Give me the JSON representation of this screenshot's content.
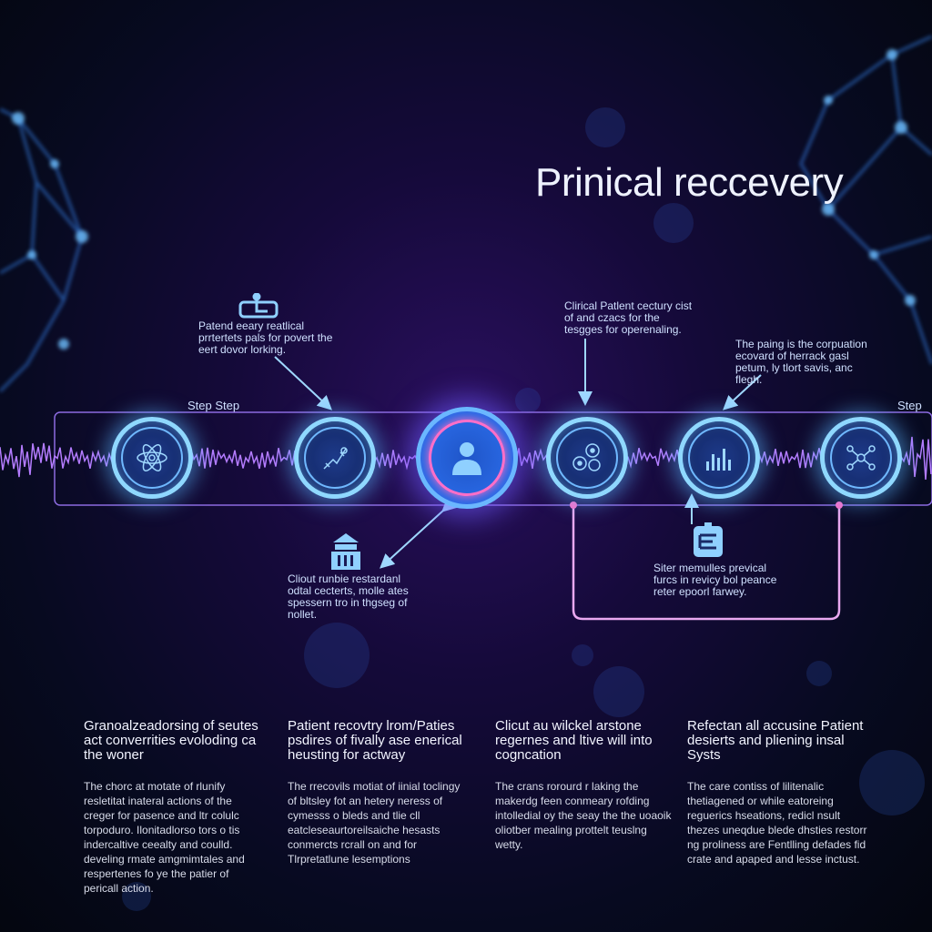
{
  "title": "Prinical reccevery",
  "step_labels": {
    "left": "Step Step",
    "right": "Step"
  },
  "annotations": {
    "top_left": "Patend eeary reatlical prrtertets pals for povert the eert dovor lorking.",
    "top_mid": "Clirical Patlent cectury cist of and czacs for the tesgges for operenaling.",
    "top_right": "The paing is the corpuation ecovard of herrack gasl petum, ly tlort savis, anc flegh.",
    "bottom_left": "Cliout runbie restardanl odtal cecterts, molle ates spessern tro in thgseg of nollet.",
    "bottom_right": "Siter memulles prevical furcs in revicy bol peance reter epoorl farwey."
  },
  "steps": [
    {
      "icon": "atom-icon"
    },
    {
      "icon": "stethoscope-icon"
    },
    {
      "icon": "patient-icon"
    },
    {
      "icon": "cells-icon"
    },
    {
      "icon": "bar-chart-icon"
    },
    {
      "icon": "network-icon"
    }
  ],
  "columns": [
    {
      "heading": "Granoalzeadorsing of seutes act converrities evoloding ca the woner",
      "body": "The chorc at motate of rlunify resletitat inateral actions of the creger for pasence and ltr colulc torpoduro. Ilonitadlorso tors o tis indercaltive ceealty and coulld. develing rmate amgmimtales and respertenes fo ye the patier of pericall action."
    },
    {
      "heading": "Patient recovtry lrom/Paties psdires of fivally ase enerical heusting for actway",
      "body": "The rrecovils motiat of iinial toclingy of bltsley fot an hetery neress of cymesss o bleds and tlie cll eatcleseaurtoreilsaiche hesasts conmercts rcrall on and for Tlrpretatlune lesemptions"
    },
    {
      "heading": "Clicut au wilckel arstone regernes and ltive will into cogncation",
      "body": "The crans rorourd r laking the makerdg feen conmeary rofding intolledial oy the seay the the uoaoik oliotber mealing prottelt teuslng wetty."
    },
    {
      "heading": "Refectan all accusine Patient desierts and pliening insal Systs",
      "body": "The care contiss of lilitenalic thetiagened or while eatoreing reguerics hseations, redicl nsult thezes uneqdue blede dhsties restorr ng proliness are Fentlling defades fid crate and apaped and lesse inctust."
    }
  ],
  "colors": {
    "accent": "#8fd8ff",
    "pink": "#ff6fc8",
    "connector": "#e9a8f0"
  }
}
